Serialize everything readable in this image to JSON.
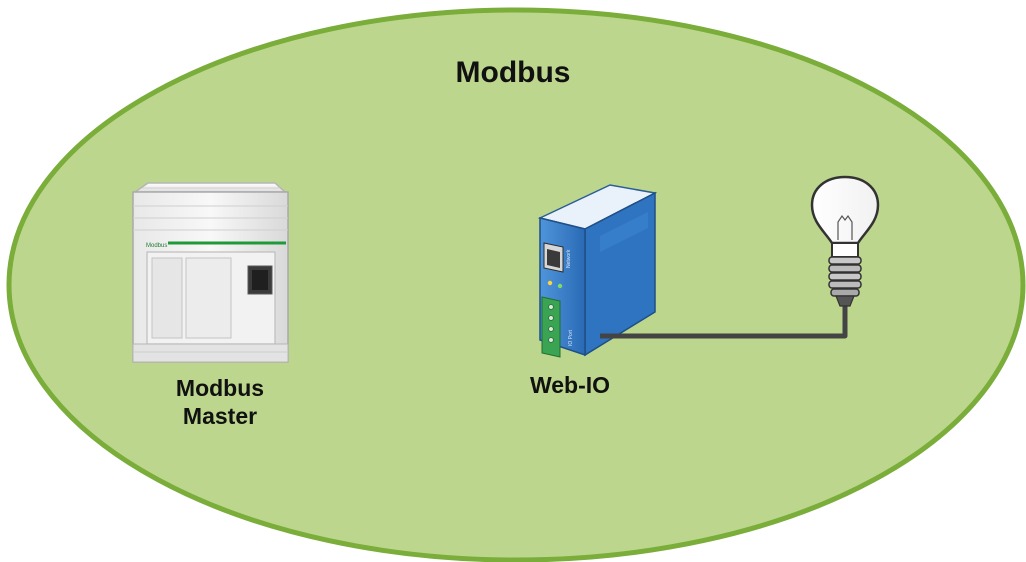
{
  "diagram": {
    "title": "Modbus",
    "master": {
      "line1": "Modbus",
      "line2": "Master",
      "tag": "Modbus"
    },
    "webio": {
      "label": "Web-IO",
      "network_text": "Network",
      "port_text": "IO Port"
    },
    "colors": {
      "ellipse_fill": "#bcd78d",
      "ellipse_stroke": "#7aad3a",
      "device_blue": "#2f74c0",
      "wire": "#444444",
      "connector_green": "#3aa452"
    }
  }
}
